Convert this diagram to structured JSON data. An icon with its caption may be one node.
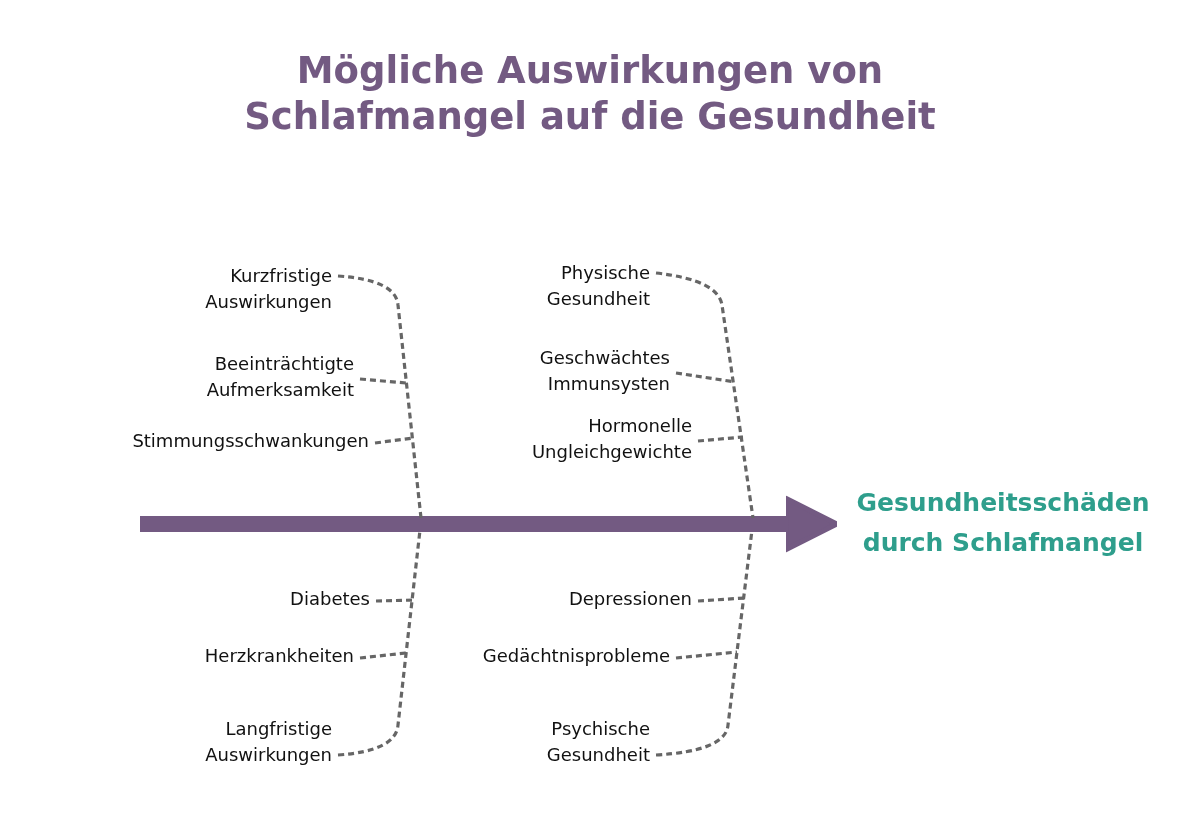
{
  "diagram": {
    "title": "Mögliche Auswirkungen von Schlafmangel auf die Gesundheit",
    "nodes": [
      {
        "text": [
          "Kurzfristige Auswirkungen"
        ]
      },
      {
        "text": [
          "Beeinträchtigte Aufmerksamkeit"
        ]
      },
      {
        "text": [
          "Stimmungsschwankungen"
        ]
      },
      {
        "text": [
          "Physische Gesundheit"
        ]
      },
      {
        "text": [
          "Geschwächtes Immunsysten"
        ]
      },
      {
        "text": [
          "Hormonelle Ungleichgewichte"
        ]
      },
      {
        "text": [
          "Gesundheitsschäden durch Schlafmangel"
        ]
      },
      {
        "text": [
          "Diabetes"
        ]
      },
      {
        "text": [
          "Herzkrankheiten"
        ]
      },
      {
        "text": [
          "Langfristige Auswirkungen"
        ]
      },
      {
        "text": [
          "Depressionen"
        ]
      },
      {
        "text": [
          "Gedächtnisprobleme"
        ]
      },
      {
        "text": [
          "Psychische Gesundheit"
        ]
      }
    ],
    "edges": [
      {
        "from": null,
        "to": 6,
        "arrow": "to",
        "style": "thick",
        "color": "#735a82"
      },
      {
        "from": 0,
        "to": null,
        "arrow": "none",
        "style": "dashed"
      },
      {
        "from": 1,
        "to": null,
        "arrow": "none",
        "style": "dashed"
      },
      {
        "from": 2,
        "to": null,
        "arrow": "none",
        "style": "dashed"
      },
      {
        "from": 3,
        "to": null,
        "arrow": "none",
        "style": "dashed"
      },
      {
        "from": 4,
        "to": null,
        "arrow": "none",
        "style": "dashed"
      },
      {
        "from": 5,
        "to": null,
        "arrow": "none",
        "style": "dashed"
      },
      {
        "from": 7,
        "to": null,
        "arrow": "none",
        "style": "dashed"
      },
      {
        "from": 8,
        "to": null,
        "arrow": "none",
        "style": "dashed"
      },
      {
        "from": 9,
        "to": null,
        "arrow": "none",
        "style": "dashed"
      },
      {
        "from": 10,
        "to": null,
        "arrow": "none",
        "style": "dashed"
      },
      {
        "from": 11,
        "to": null,
        "arrow": "none",
        "style": "dashed"
      },
      {
        "from": 12,
        "to": null,
        "arrow": "none",
        "style": "dashed"
      }
    ]
  }
}
